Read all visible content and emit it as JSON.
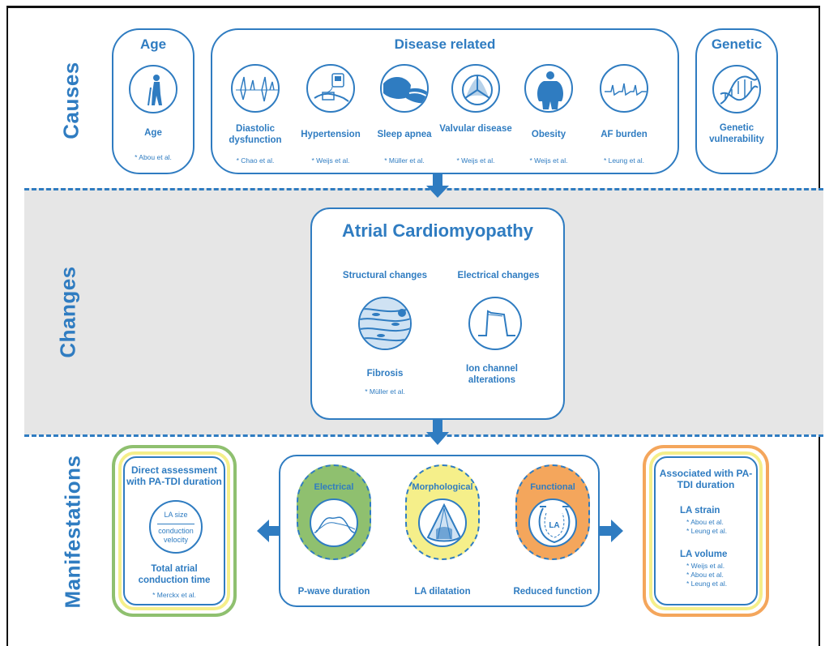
{
  "rows": {
    "causes": "Causes",
    "changes": "Changes",
    "manifestations": "Manifestations"
  },
  "causes": {
    "age": {
      "title": "Age",
      "label": "Age",
      "ref": "* Abou et al."
    },
    "disease": {
      "title": "Disease related",
      "items": [
        {
          "label": "Diastolic dysfunction",
          "ref": "* Chao et al."
        },
        {
          "label": "Hypertension",
          "ref": "* Weijs et al."
        },
        {
          "label": "Sleep apnea",
          "ref": "* Müller et al."
        },
        {
          "label": "Valvular disease",
          "ref": "* Weijs et al."
        },
        {
          "label": "Obesity",
          "ref": "* Weijs et al."
        },
        {
          "label": "AF burden",
          "ref": "* Leung et al."
        }
      ]
    },
    "genetic": {
      "title": "Genetic",
      "label": "Genetic vulnerability"
    }
  },
  "changes": {
    "title": "Atrial Cardiomyopathy",
    "structural": {
      "heading": "Structural changes",
      "label": "Fibrosis",
      "ref": "* Müller et al."
    },
    "electrical": {
      "heading": "Electrical changes",
      "label": "Ion channel alterations"
    }
  },
  "manifestations": {
    "direct": {
      "title": "Direct assessment with PA-TDI duration",
      "fraction_top": "LA size",
      "fraction_bottom": "conduction velocity",
      "label": "Total atrial conduction time",
      "ref": "* Merckx et al."
    },
    "electrical": {
      "tag": "Electrical",
      "label": "P-wave duration"
    },
    "morphological": {
      "tag": "Morphological",
      "label": "LA dilatation"
    },
    "functional": {
      "tag": "Functional",
      "label": "Reduced function",
      "inner": "LA"
    },
    "associated": {
      "title": "Associated with PA-TDI duration",
      "strain": {
        "heading": "LA strain",
        "refs": [
          "* Abou et al.",
          "* Leung et al."
        ]
      },
      "volume": {
        "heading": "LA volume",
        "refs": [
          "* Weijs et al.",
          "* Abou et al.",
          "* Leung et al."
        ]
      }
    }
  },
  "colors": {
    "blue": "#2f7cc1",
    "green": "#8fc06f",
    "yellow": "#f5ef8a",
    "orange": "#f4a65c",
    "gray": "#e6e6e6"
  }
}
